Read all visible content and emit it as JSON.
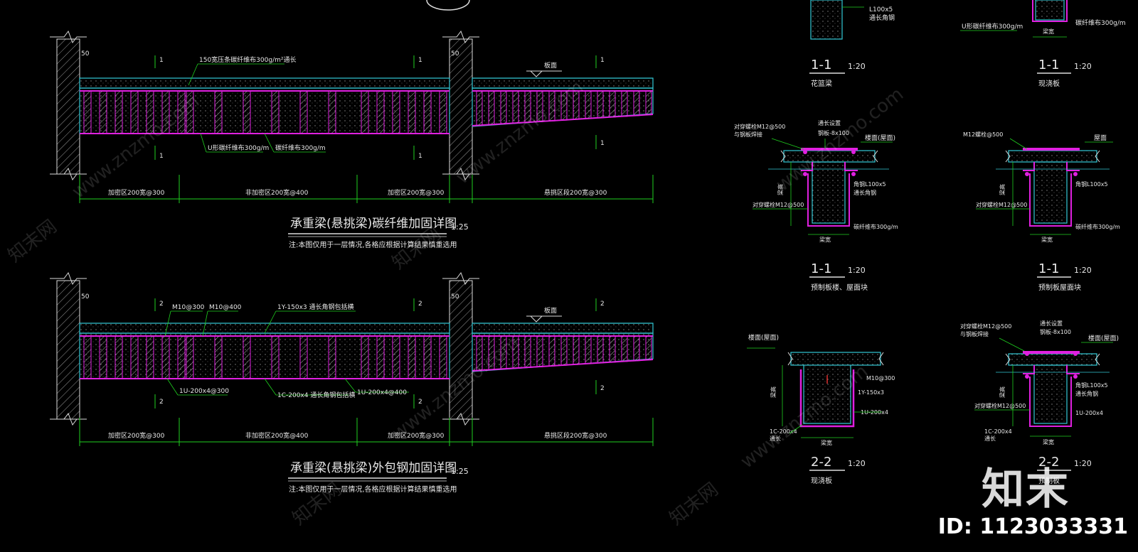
{
  "colors": {
    "background": "#000000",
    "concrete_outline": "#33c9d6",
    "reinforcement": "#e020e0",
    "dimension": "#1fd01f",
    "text": "#e8e8e8",
    "wall_hatch": "#b0b0b0"
  },
  "beam1": {
    "title": "承重梁(悬挑梁)碳纤维加固详图",
    "scale": "1:25",
    "note": "注:本图仅用于一层情况,各格应根据计算结果慎重选用",
    "label_top": "150宽压条碳纤维布300g/m²通长",
    "label_u": "U形碳纤维布300g/m",
    "label_side": "碳纤维布300g/m",
    "label_slab": "板面",
    "section_mark": "1",
    "dim_label_1": "加密区200宽@300",
    "dim_label_2": "非加密区200宽@400",
    "dim_label_3": "加密区200宽@300",
    "dim_label_4": "悬挑区段200宽@300",
    "axis_50": "50"
  },
  "beam2": {
    "title": "承重梁(悬挑梁)外包钢加固详图",
    "scale": "1:25",
    "note": "注:本图仅用于一层情况,各格应根据计算结果慎重选用",
    "label_m10_300": "M10@300",
    "label_m10_400": "M10@400",
    "label_1y": "1Y-150x3  通长角钢包括横",
    "label_1u_300": "1U-200x4@300",
    "label_1c": "1C-200x4  通长角钢包括横",
    "label_1u_400": "1U-200x4@400",
    "label_slab": "板面",
    "section_mark": "2",
    "dim_label_1": "加密区200宽@300",
    "dim_label_2": "非加密区200宽@400",
    "dim_label_3": "加密区200宽@300",
    "dim_label_4": "悬挑区段200宽@300",
    "axis_50": "50"
  },
  "sections": {
    "s1_top_left_mark": "1-1",
    "s1_top_left_scale": "1:20",
    "s1_top_left_name": "花篮梁",
    "s1_top_left_l100": "L100x5",
    "s1_top_left_l100_sub": "通长角钢",
    "s1_top_right_mark": "1-1",
    "s1_top_right_scale": "1:20",
    "s1_top_right_name": "现浇板",
    "s1_top_right_u": "U形碳纤维布300g/m",
    "s1_top_right_side": "碳纤维布300g/m",
    "s1_top_right_width": "梁宽",
    "s1_mid_left_mark": "1-1",
    "s1_mid_left_scale": "1:20",
    "s1_mid_left_name": "预制板楼、屋面块",
    "s1_mid_left_bolt1": "对穿螺栓M12@500",
    "s1_mid_left_bolt1b": "与钢板焊接",
    "s1_mid_left_plate": "钢板-8x100",
    "s1_mid_left_plate_top": "通长设置",
    "s1_mid_left_slab": "楼面(屋面)",
    "s1_mid_left_l100": "角钢L100x5",
    "s1_mid_left_l100_sub": "通长角钢",
    "s1_mid_left_bolt2": "对穿螺栓M12@500",
    "s1_mid_left_fiber": "碳纤维布300g/m",
    "s1_mid_left_width": "梁宽",
    "s1_mid_left_height": "梁高",
    "s1_mid_right_mark": "1-1",
    "s1_mid_right_scale": "1:20",
    "s1_mid_right_name": "预制板屋面块",
    "s1_mid_right_bolt": "M12螺栓@500",
    "s1_mid_right_slab": "屋面",
    "s1_mid_right_l100": "角钢L100x5",
    "s1_mid_right_bolt2": "对穿螺栓M12@500",
    "s1_mid_right_fiber": "碳纤维布300g/m",
    "s1_mid_right_width": "梁宽",
    "s1_mid_right_height": "梁高",
    "s2_left_mark": "2-2",
    "s2_left_scale": "1:20",
    "s2_left_name": "现浇板",
    "s2_left_slab": "楼面(屋面)",
    "s2_left_m10": "M10@300",
    "s2_left_1y": "1Y-150x3",
    "s2_left_1u": "1U-200x4",
    "s2_left_1c": "1C-200x4",
    "s2_left_1c_sub": "通长",
    "s2_left_width": "梁宽",
    "s2_left_height": "梁高",
    "s2_right_mark": "2-2",
    "s2_right_scale": "1:20",
    "s2_right_name": "预制板",
    "s2_right_bolt": "对穿螺栓M12@500",
    "s2_right_bolt_sub": "与钢板焊接",
    "s2_right_plate_top": "通长设置",
    "s2_right_plate": "钢板-8x100",
    "s2_right_slab": "楼面(屋面)",
    "s2_right_l100": "角钢L100x5",
    "s2_right_l100_sub": "通长角钢",
    "s2_right_bolt2": "对穿螺栓M12@500",
    "s2_right_1u": "1U-200x4",
    "s2_right_1c": "1C-200x4",
    "s2_right_1c_sub": "通长",
    "s2_right_width": "梁宽",
    "s2_right_height": "梁高"
  },
  "watermark": {
    "site": "www.znzmo.com",
    "brand": "知末网",
    "logo": "知末",
    "id": "ID: 1123033331"
  }
}
